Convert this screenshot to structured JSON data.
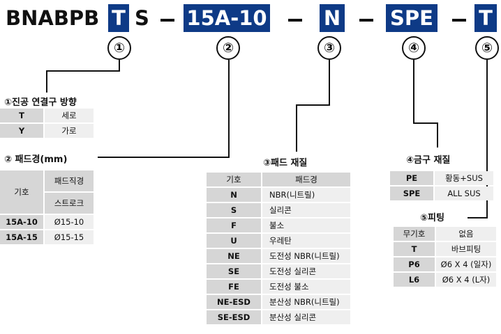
{
  "code": {
    "prefix": "BNABPB",
    "seg1": "T",
    "seg2": "S",
    "seg3": "15A-10",
    "seg4": "N",
    "seg5": "SPE",
    "seg6": "T",
    "dash": "−"
  },
  "markers": [
    "①",
    "②",
    "③",
    "④",
    "⑤"
  ],
  "colors": {
    "highlight": "#0e3a86",
    "key_cell": "#d6d6d6",
    "value_cell": "#efefef"
  },
  "direction": {
    "title": "①진공 연결구 방향",
    "rows": [
      {
        "code": "T",
        "desc": "세로"
      },
      {
        "code": "Y",
        "desc": "가로"
      }
    ]
  },
  "pad_diameter": {
    "title": "② 패드경(mm)",
    "header_code": "기호",
    "header_line1": "패드직경",
    "header_line2": "스트로크",
    "rows": [
      {
        "code": "15A-10",
        "desc": "Ø15-10"
      },
      {
        "code": "15A-15",
        "desc": "Ø15-15"
      }
    ]
  },
  "pad_material": {
    "title": "③패드 재질",
    "header_code": "기호",
    "header_desc": "패드경",
    "rows": [
      {
        "code": "N",
        "desc": "NBR(니트릴)"
      },
      {
        "code": "S",
        "desc": "실리콘"
      },
      {
        "code": "F",
        "desc": "불소"
      },
      {
        "code": "U",
        "desc": "우레탄"
      },
      {
        "code": "NE",
        "desc": "도전성 NBR(니트릴)"
      },
      {
        "code": "SE",
        "desc": "도전성 실리콘"
      },
      {
        "code": "FE",
        "desc": "도전성 불소"
      },
      {
        "code": "NE-ESD",
        "desc": "분산성 NBR(니트릴)"
      },
      {
        "code": "SE-ESD",
        "desc": "분산성 실리콘"
      }
    ]
  },
  "metal_material": {
    "title": "④금구 재질",
    "rows": [
      {
        "code": "PE",
        "desc": "황동+SUS"
      },
      {
        "code": "SPE",
        "desc": "ALL SUS"
      }
    ]
  },
  "fitting": {
    "title": "⑤피팅",
    "rows": [
      {
        "code": "무기호",
        "desc": "없음"
      },
      {
        "code": "T",
        "desc": "바브피팅"
      },
      {
        "code": "P6",
        "desc": "Ø6 X 4 (일자)"
      },
      {
        "code": "L6",
        "desc": "Ø6 X 4 (L자)"
      }
    ]
  }
}
